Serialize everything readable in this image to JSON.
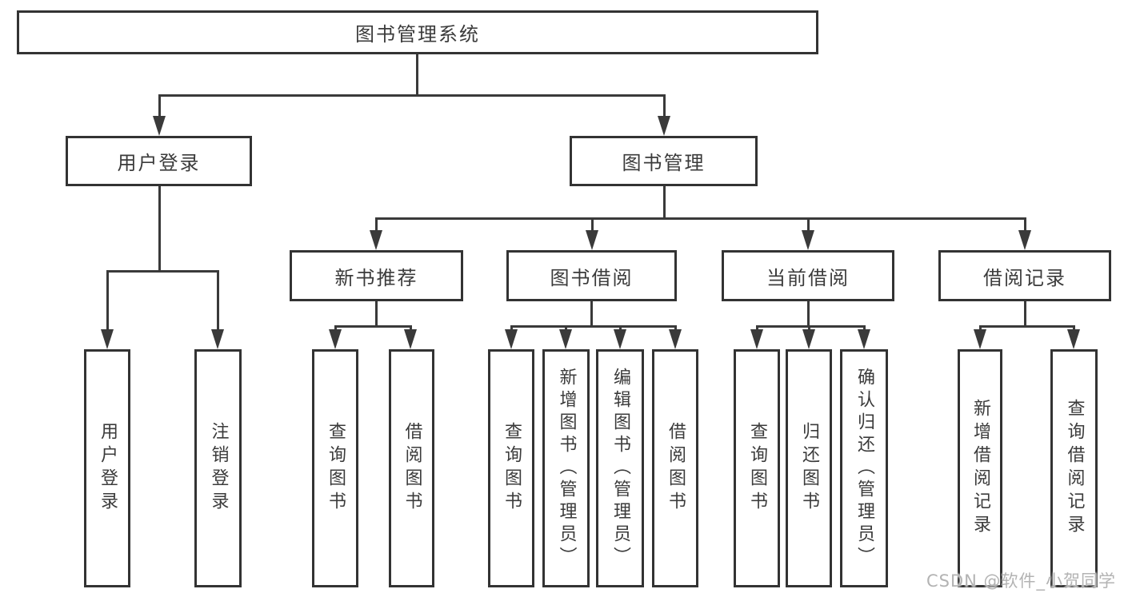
{
  "tree": {
    "label": "图书管理系统",
    "children": [
      {
        "label": "用户登录",
        "children": [
          {
            "label": "用户登录"
          },
          {
            "label": "注销登录"
          }
        ]
      },
      {
        "label": "图书管理",
        "children": [
          {
            "label": "新书推荐",
            "children": [
              {
                "label": "查询图书"
              },
              {
                "label": "借阅图书"
              }
            ]
          },
          {
            "label": "图书借阅",
            "children": [
              {
                "label": "查询图书"
              },
              {
                "label": "新增图书（管理员）"
              },
              {
                "label": "编辑图书（管理员）"
              },
              {
                "label": "借阅图书"
              }
            ]
          },
          {
            "label": "当前借阅",
            "children": [
              {
                "label": "查询图书"
              },
              {
                "label": "归还图书"
              },
              {
                "label": "确认归还（管理员）"
              }
            ]
          },
          {
            "label": "借阅记录",
            "children": [
              {
                "label": "新增借阅记录"
              },
              {
                "label": "查询借阅记录"
              }
            ]
          }
        ]
      }
    ]
  },
  "colors": {
    "line": "#3a3a3a",
    "border": "#333333",
    "text": "#3b3b3b",
    "watermark": "#b3b3b3"
  },
  "watermark": "CSDN @软件_小贺同学"
}
